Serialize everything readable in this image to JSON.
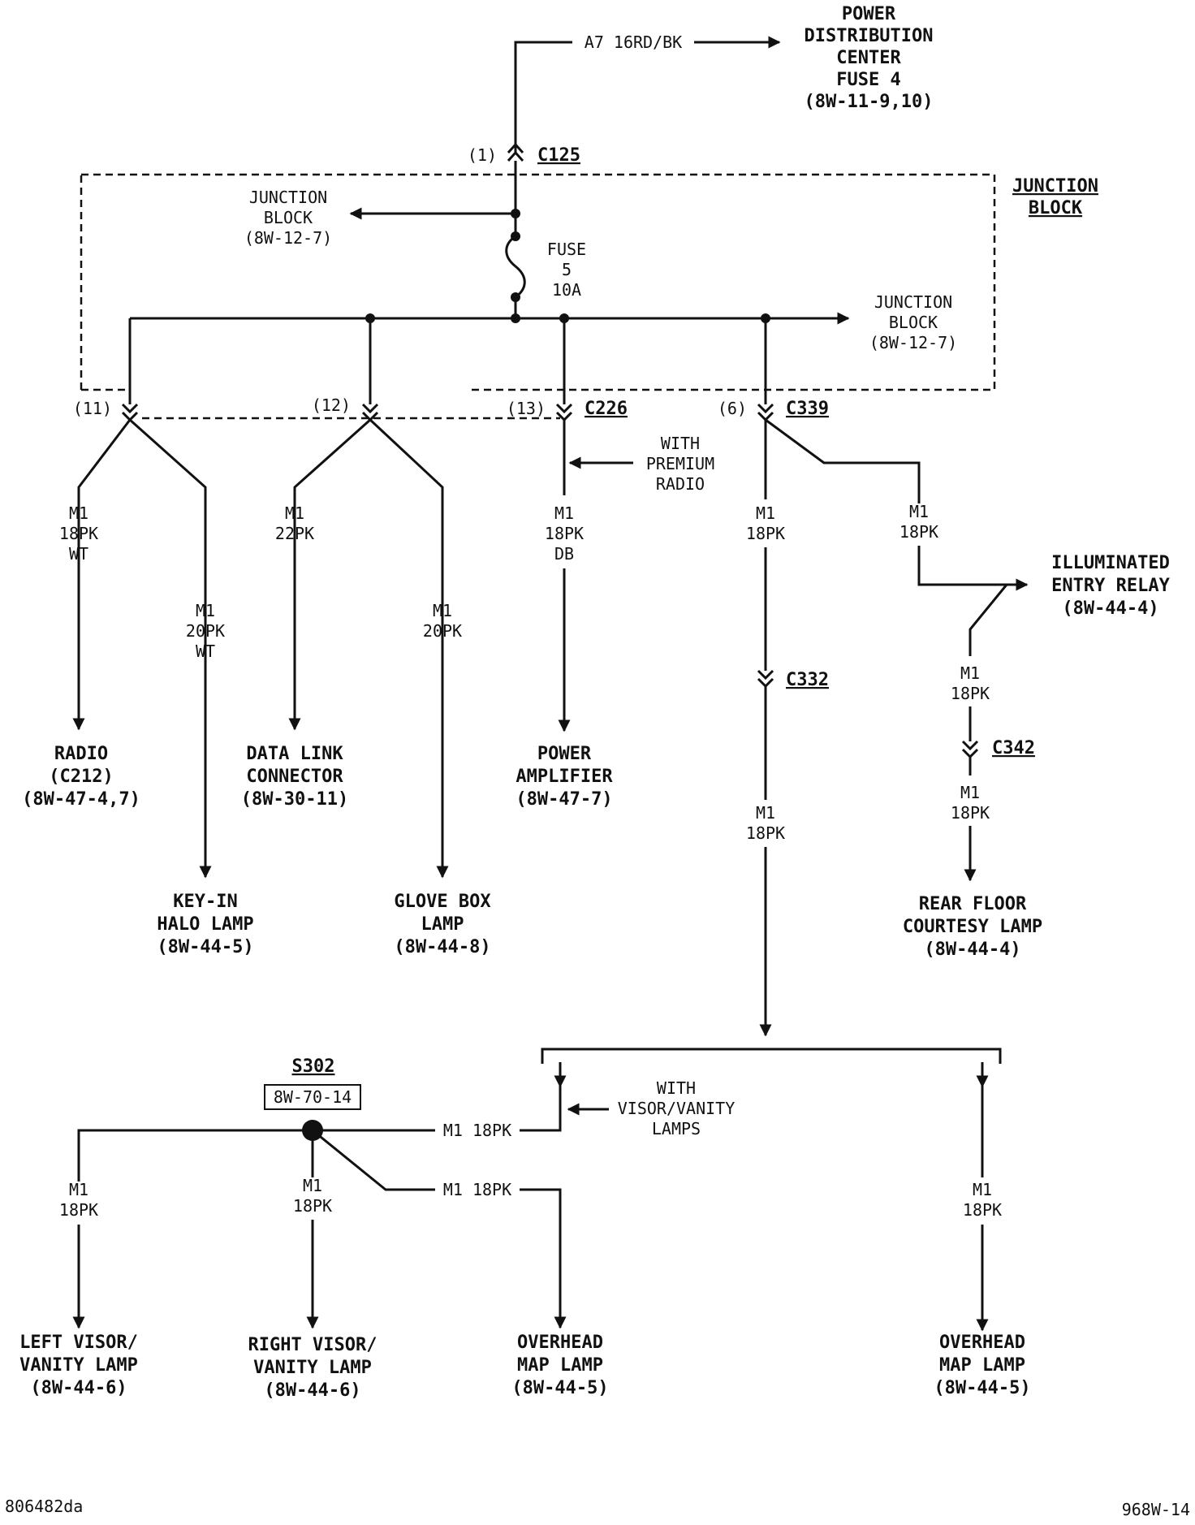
{
  "source": {
    "wire_label": "A7 16RD/BK",
    "title_lines": [
      "POWER",
      "DISTRIBUTION",
      "CENTER",
      "FUSE 4",
      "(8W-11-9,10)"
    ]
  },
  "c125": {
    "pin": "(1)",
    "name": "C125"
  },
  "junction_block_title": [
    "JUNCTION",
    "BLOCK"
  ],
  "jb_left_ref": [
    "JUNCTION",
    "BLOCK",
    "(8W-12-7)"
  ],
  "jb_right_ref": [
    "JUNCTION",
    "BLOCK",
    "(8W-12-7)"
  ],
  "fuse": [
    "FUSE",
    "5",
    "10A"
  ],
  "pins": [
    "(11)",
    "(12)",
    "(13)",
    "(6)"
  ],
  "c226": "C226",
  "c339": "C339",
  "premium_note": [
    "WITH",
    "PREMIUM",
    "RADIO"
  ],
  "wires": {
    "radio": [
      "M1",
      "18PK",
      "WT"
    ],
    "keyin": [
      "M1",
      "20PK",
      "WT"
    ],
    "dlc": [
      "M1",
      "22PK"
    ],
    "glove": [
      "M1",
      "20PK"
    ],
    "amp": [
      "M1",
      "18PK",
      "DB"
    ],
    "c339_down": [
      "M1",
      "18PK"
    ],
    "c339_right": [
      "M1",
      "18PK"
    ],
    "relay_down": [
      "M1",
      "18PK"
    ],
    "c342_down": [
      "M1",
      "18PK"
    ],
    "c332_down": [
      "M1",
      "18PK"
    ],
    "s302_in": "M1 18PK",
    "s302_map": "M1 18PK",
    "left_visor": [
      "M1",
      "18PK"
    ],
    "right_visor": [
      "M1",
      "18PK"
    ],
    "map2": [
      "M1",
      "18PK"
    ]
  },
  "components": {
    "radio": [
      "RADIO",
      "(C212)",
      "(8W-47-4,7)"
    ],
    "keyin": [
      "KEY-IN",
      "HALO LAMP",
      "(8W-44-5)"
    ],
    "dlc": [
      "DATA LINK",
      "CONNECTOR",
      "(8W-30-11)"
    ],
    "glove": [
      "GLOVE BOX",
      "LAMP",
      "(8W-44-8)"
    ],
    "amp": [
      "POWER",
      "AMPLIFIER",
      "(8W-47-7)"
    ],
    "relay": [
      "ILLUMINATED",
      "ENTRY RELAY",
      "(8W-44-4)"
    ],
    "rear_floor": [
      "REAR FLOOR",
      "COURTESY LAMP",
      "(8W-44-4)"
    ],
    "left_visor": [
      "LEFT VISOR/",
      "VANITY LAMP",
      "(8W-44-6)"
    ],
    "right_visor": [
      "RIGHT VISOR/",
      "VANITY LAMP",
      "(8W-44-6)"
    ],
    "map1": [
      "OVERHEAD",
      "MAP LAMP",
      "(8W-44-5)"
    ],
    "map2": [
      "OVERHEAD",
      "MAP LAMP",
      "(8W-44-5)"
    ]
  },
  "c332": "C332",
  "c342": "C342",
  "s302": {
    "name": "S302",
    "ref": "8W-70-14"
  },
  "visor_note": [
    "WITH",
    "VISOR/VANITY",
    "LAMPS"
  ],
  "footer": {
    "left": "806482da",
    "right": "968W-14"
  }
}
